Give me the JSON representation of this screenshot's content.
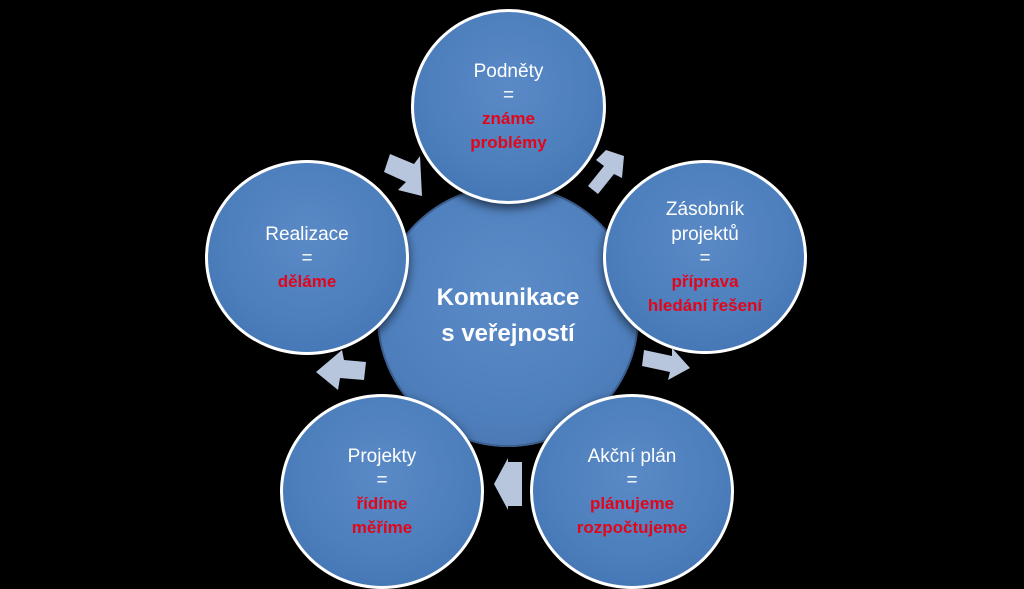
{
  "center": {
    "line1": "Komunikace",
    "line2": "s veřejností"
  },
  "nodes": {
    "podnety": {
      "title": [
        "Podněty"
      ],
      "eq": "=",
      "red": [
        "známe",
        "problémy"
      ]
    },
    "zasobnik": {
      "title": [
        "Zásobník",
        "projektů"
      ],
      "eq": "=",
      "red": [
        "příprava",
        "hledání řešení"
      ]
    },
    "akcni": {
      "title": [
        "Akční plán"
      ],
      "eq": "=",
      "red": [
        "plánujeme",
        "rozpočtujeme"
      ]
    },
    "projekty": {
      "title": [
        "Projekty"
      ],
      "eq": "=",
      "red": [
        "řídíme",
        "měříme"
      ]
    },
    "realizace": {
      "title": [
        "Realizace"
      ],
      "eq": "=",
      "red": [
        "děláme"
      ]
    }
  },
  "colors": {
    "background": "#000000",
    "circle_fill": "#4f80be",
    "circle_border": "#ffffff",
    "highlight_text": "#e3061a",
    "arrow_fill": "#b7c6dd"
  }
}
